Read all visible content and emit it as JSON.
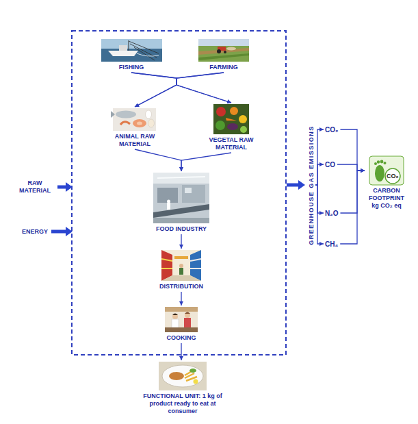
{
  "diagram": {
    "nodes": [
      {
        "text": [
          "FISHING"
        ]
      },
      {
        "text": [
          "FARMING"
        ]
      },
      {
        "text": [
          "ANIMAL RAW MATERIAL"
        ]
      },
      {
        "text": [
          "VEGETAL RAW MATERIAL"
        ]
      },
      {
        "text": [
          "FOOD INDUSTRY"
        ]
      },
      {
        "text": [
          "DISTRIBUTION"
        ]
      },
      {
        "text": [
          "COOKING"
        ]
      },
      {
        "text": [
          "FUNCTIONAL UNIT: 1 kg of product ready to eat at consumer"
        ]
      },
      {
        "text": [
          "GREENHOUSE GAS EMISSIONS"
        ]
      },
      {
        "text": [
          "CO₂"
        ]
      },
      {
        "text": [
          "CO"
        ]
      },
      {
        "text": [
          "N₂O"
        ]
      },
      {
        "text": [
          "CH₄"
        ]
      },
      {
        "text": [
          "CO₂",
          "CARBON FOOTPRINT kg CO₂ eq"
        ]
      }
    ],
    "edges": [
      {
        "from": 0,
        "to": 2,
        "arrow": "to"
      },
      {
        "from": 0,
        "to": 3,
        "arrow": "to"
      },
      {
        "from": 1,
        "to": 2,
        "arrow": "to"
      },
      {
        "from": 1,
        "to": 3,
        "arrow": "to"
      },
      {
        "from": 2,
        "to": 4,
        "arrow": "to"
      },
      {
        "from": 3,
        "to": 4,
        "arrow": "to"
      },
      {
        "from": 4,
        "to": 5,
        "arrow": "to"
      },
      {
        "from": 5,
        "to": 6,
        "arrow": "to"
      },
      {
        "from": 6,
        "to": 7,
        "arrow": "to"
      },
      {
        "from": 8,
        "to": 9,
        "arrow": "to"
      },
      {
        "from": 8,
        "to": 10,
        "arrow": "to"
      },
      {
        "from": 8,
        "to": 11,
        "arrow": "to"
      },
      {
        "from": 8,
        "to": 12,
        "arrow": "to"
      },
      {
        "from": 9,
        "to": 13,
        "arrow": "to"
      },
      {
        "from": 10,
        "to": 13,
        "arrow": "to"
      },
      {
        "from": 11,
        "to": 13,
        "arrow": "to"
      },
      {
        "from": 12,
        "to": 13,
        "arrow": "to"
      }
    ],
    "labels": [
      "RAW MATERIAL",
      "ENERGY"
    ]
  }
}
